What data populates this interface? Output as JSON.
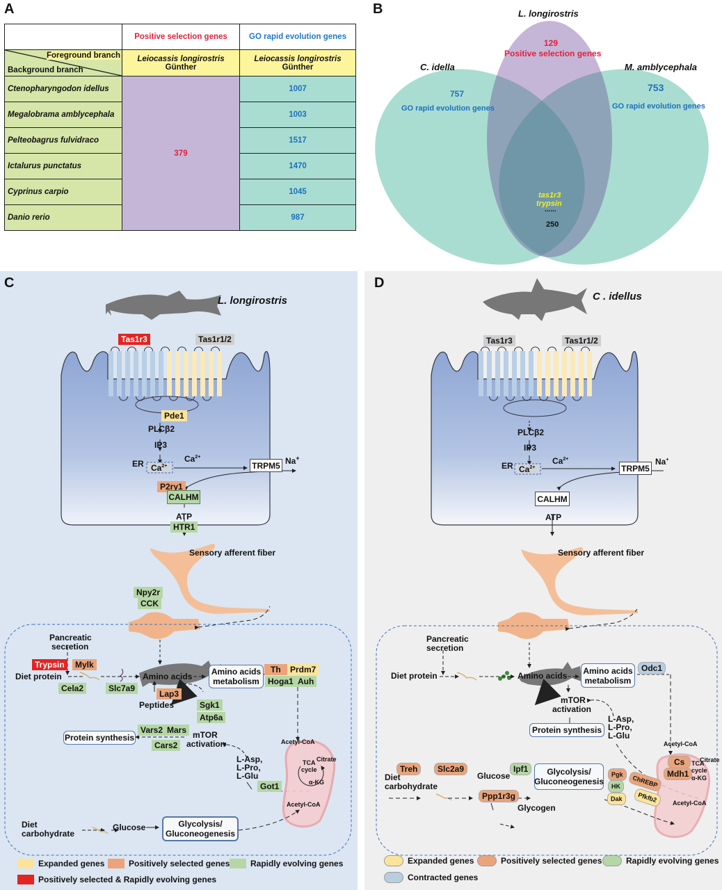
{
  "panels": {
    "a": {
      "label": "A"
    },
    "b": {
      "label": "B"
    },
    "c": {
      "label": "C"
    },
    "d": {
      "label": "D"
    }
  },
  "table": {
    "col_headers": [
      "Positive selection genes",
      "GO rapid evolution genes"
    ],
    "foreground_label": "Foreground branch",
    "background_label": "Background branch",
    "foreground_species_italic": "Leiocassis longirostris",
    "foreground_species_suffix": " Günther",
    "positive_selection_value": "379",
    "rows": [
      {
        "species": "Ctenopharyngodon idellus",
        "go_rapid": "1007"
      },
      {
        "species": "Megalobrama amblycephala",
        "go_rapid": "1003"
      },
      {
        "species": "Pelteobagrus fulvidraco",
        "go_rapid": "1517"
      },
      {
        "species": "Ictalurus punctatus",
        "go_rapid": "1470"
      },
      {
        "species": "Cyprinus carpio",
        "go_rapid": "1045"
      },
      {
        "species": "Danio rerio",
        "go_rapid": "987"
      }
    ]
  },
  "venn": {
    "top_set": {
      "name": "L. longirostris",
      "count": "129",
      "desc": "Positive selection genes"
    },
    "left_set": {
      "name": "C. idella",
      "count": "757",
      "desc": "GO rapid evolution genes"
    },
    "right_set": {
      "name": "M. amblycephala",
      "count": "753",
      "desc": "GO rapid evolution genes"
    },
    "center": {
      "gene1": "tas1r3",
      "gene2": "trypsin",
      "dots": "......",
      "count": "250"
    },
    "colors": {
      "teal": "#a9ddd1",
      "purple": "#c5b6d8",
      "overlap": "#8fa3b8",
      "center": "#6f97a8",
      "gene_text": "#f2ee2a"
    }
  },
  "panel_c": {
    "species": "L. longirostris",
    "receptors": {
      "left": "Tas1r3",
      "right": "Tas1r1/2"
    },
    "signal": {
      "pde1": "Pde1",
      "plc": "PLCβ2",
      "ip3": "IP3",
      "er": "ER",
      "ca_store": "Ca",
      "ca_store_sup": "2+",
      "ca": "Ca",
      "ca_sup": "2+",
      "trpm5": "TRPM5",
      "na": "Na",
      "na_sup": "+",
      "p2ry1": "P2ry1",
      "calhm": "CALHM",
      "atp": "ATP",
      "htr1": "HTR1",
      "fiber": "Sensory afferent fiber",
      "npy2r": "Npy2r",
      "cck": "CCK"
    },
    "metabolism": {
      "pancreatic": "Pancreatic",
      "secretion": "secretion",
      "trypsin": "Trypsin",
      "mylk": "Mylk",
      "diet_protein": "Diet protein",
      "cela2": "Cela2",
      "slc7a9": "Slc7a9",
      "amino_acids": "Amino acids",
      "aa_metab_1": "Amino acids",
      "aa_metab_2": "metabolism",
      "th": "Th",
      "prdm7": "Prdm7",
      "hoga1": "Hoga1",
      "auh": "Auh",
      "lap3": "Lap3",
      "peptides": "Peptides",
      "sgk1": "Sgk1",
      "atp6a": "Atp6a",
      "vars2": "Vars2",
      "mars": "Mars",
      "cars2": "Cars2",
      "protein_synthesis": "Protein synthesis",
      "mtor1": "mTOR",
      "mtor2": "activation",
      "laa1": "L-Asp,",
      "laa2": "L-Pro,",
      "laa3": "L-Glu",
      "got1": "Got1",
      "acetyl1": "Acetyl-CoA",
      "citrate": "Citrate",
      "tca1": "TCA",
      "tca2": "cycle",
      "akg": "α-KG",
      "acetyl2": "Acetyl-CoA",
      "diet_carb1": "Diet",
      "diet_carb2": "carbohydrate",
      "glucose": "Glucose",
      "glyco1": "Glycolysis/",
      "glyco2": "Gluconeogenesis"
    },
    "legend": [
      {
        "label": "Expanded genes",
        "color": "#fbe49a"
      },
      {
        "label": "Positively selected genes",
        "color": "#eba47a"
      },
      {
        "label": "Rapidly evolving genes",
        "color": "#b5d7a5"
      },
      {
        "label": "Positively selected & Rapidly evolving genes",
        "color": "#e32421"
      }
    ]
  },
  "panel_d": {
    "species": "C . idellus",
    "receptors": {
      "left": "Tas1r3",
      "right": "Tas1r1/2"
    },
    "signal": {
      "plc": "PLCβ2",
      "ip3": "IP3",
      "er": "ER",
      "ca_store": "Ca",
      "ca_store_sup": "2+",
      "ca": "Ca",
      "ca_sup": "2+",
      "trpm5": "TRPM5",
      "na": "Na",
      "na_sup": "+",
      "calhm": "CALHM",
      "atp": "ATP",
      "fiber": "Sensory afferent fiber"
    },
    "metabolism": {
      "pancreatic": "Pancreatic",
      "secretion": "secretion",
      "diet_protein": "Diet protein",
      "amino_acids": "Amino acids",
      "aa_metab_1": "Amino acids",
      "aa_metab_2": "metabolism",
      "odc1": "Odc1",
      "mtor1": "mTOR",
      "mtor2": "activation",
      "protein_synthesis": "Protein synthesis",
      "laa1": "L-Asp,",
      "laa2": "L-Pro,",
      "laa3": "L-Glu",
      "acetyl1": "Acetyl-CoA",
      "cs": "Cs",
      "mdh1": "Mdh1",
      "tca1": "TCA",
      "tca2": "cycle",
      "citrate": "Citrate",
      "akg": "α-KG",
      "treh": "Treh",
      "slc2a9": "Slc2a9",
      "diet_carb1": "Diet",
      "diet_carb2": "carbohydrate",
      "glucose": "Glucose",
      "ipf1": "Ipf1",
      "glyco1": "Glycolysis/",
      "glyco2": "Gluconeogenesis",
      "pgk": "Pgk",
      "chrebp": "ChREBP",
      "hk": "HK",
      "dak": "Dak",
      "pfkfb2": "Pfkfb2",
      "ppp1r3g": "Ppp1r3g",
      "glycogen": "Glycogen",
      "acetyl2": "Acetyl-CoA"
    },
    "legend": [
      {
        "label": "Expanded genes",
        "color": "#fbe49a"
      },
      {
        "label": "Positively selected genes",
        "color": "#eba47a"
      },
      {
        "label": "Rapidly evolving genes",
        "color": "#b5d7a5"
      },
      {
        "label": "Contracted genes",
        "color": "#b9cde0"
      }
    ]
  }
}
